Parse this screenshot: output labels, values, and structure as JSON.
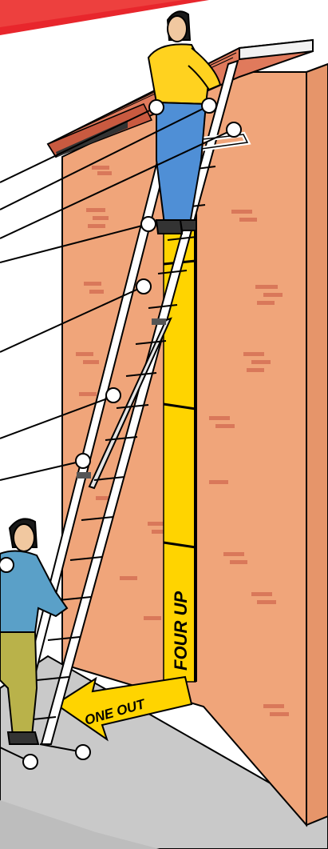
{
  "labels": {
    "four_up": "FOUR UP",
    "one_out": "ONE OUT"
  },
  "colors": {
    "brick_wall": "#f0a57a",
    "brick_mark": "#d9785a",
    "roof_tile": "#e07a5c",
    "ground": "#c9c9c9",
    "yellow": "#ffd400",
    "ladder": "#ffffff",
    "shirt_worker_top": "#ffd21f",
    "jeans": "#4f8fd6",
    "shirt_worker_bottom": "#5aa0c8",
    "trousers": "#b9b24a",
    "banner": "#e8262c"
  },
  "callout_icons": [
    "callout-circle-hand",
    "callout-circle-roof-edge",
    "callout-circle-standoff",
    "callout-circle-feet",
    "callout-circle-rung",
    "callout-circle-overlap",
    "callout-circle-lock",
    "callout-circle-footer",
    "callout-circle-base-left",
    "callout-circle-base-right"
  ]
}
